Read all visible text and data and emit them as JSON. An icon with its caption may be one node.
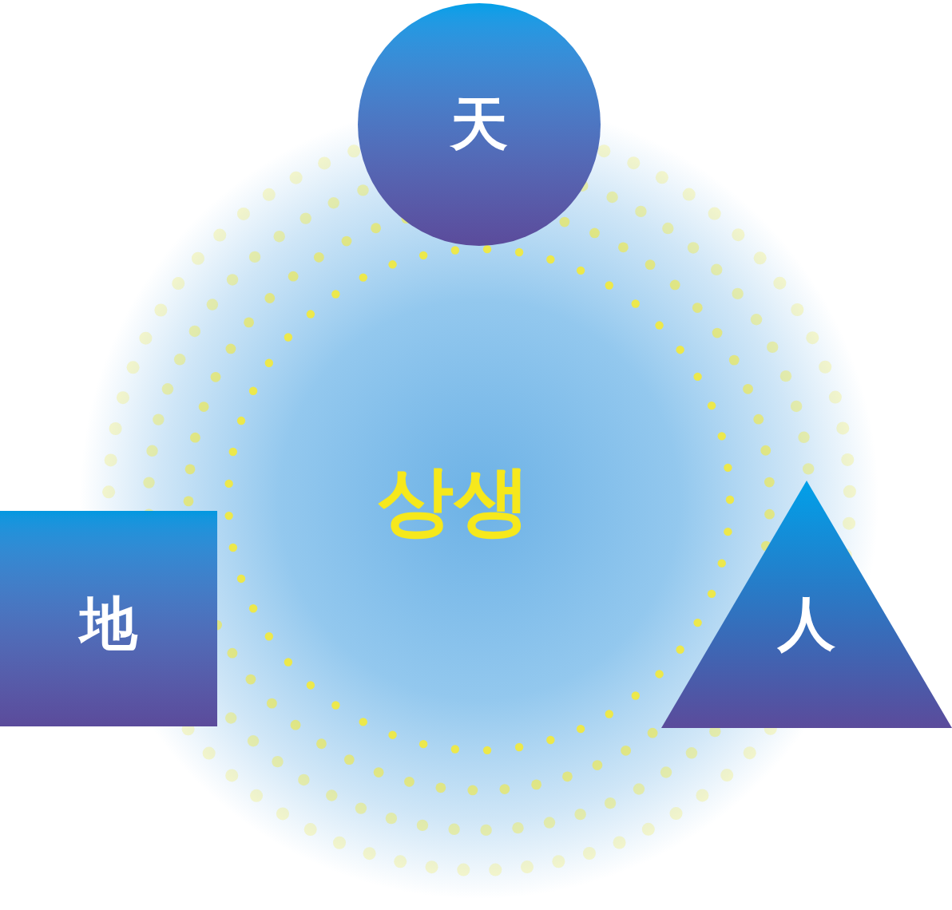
{
  "diagram": {
    "nodes": [
      {
        "text": [
          "天"
        ]
      },
      {
        "text": [
          "상생"
        ]
      },
      {
        "text": [
          "地"
        ]
      },
      {
        "text": [
          "人"
        ]
      }
    ]
  }
}
